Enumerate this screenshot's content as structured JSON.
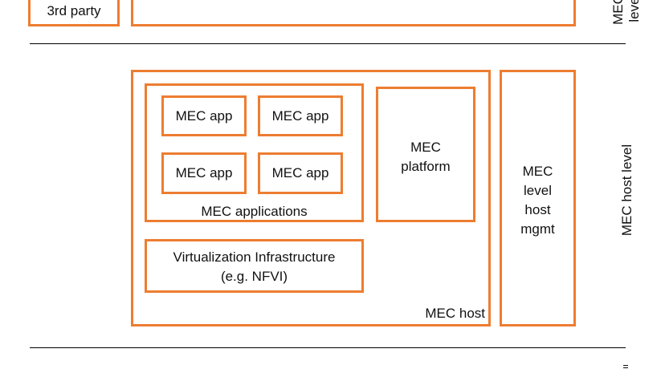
{
  "top": {
    "third_party": "3rd party",
    "system_level_label_line1": "MEC",
    "system_level_label_line2": "leve"
  },
  "host": {
    "mec_app_1": "MEC app",
    "mec_app_2": "MEC app",
    "mec_app_3": "MEC app",
    "mec_app_4": "MEC app",
    "applications_label": "MEC applications",
    "platform_line1": "MEC",
    "platform_line2": "platform",
    "virt_line1": "Virtualization Infrastructure",
    "virt_line2": "(e.g. NFVI)",
    "host_label": "MEC host",
    "mgmt_line1": "MEC",
    "mgmt_line2": "level",
    "mgmt_line3": "host",
    "mgmt_line4": "mgmt",
    "level_label": "MEC host level"
  },
  "colors": {
    "box_border": "#ED7D31",
    "divider": "#000000",
    "text": "#111111"
  }
}
